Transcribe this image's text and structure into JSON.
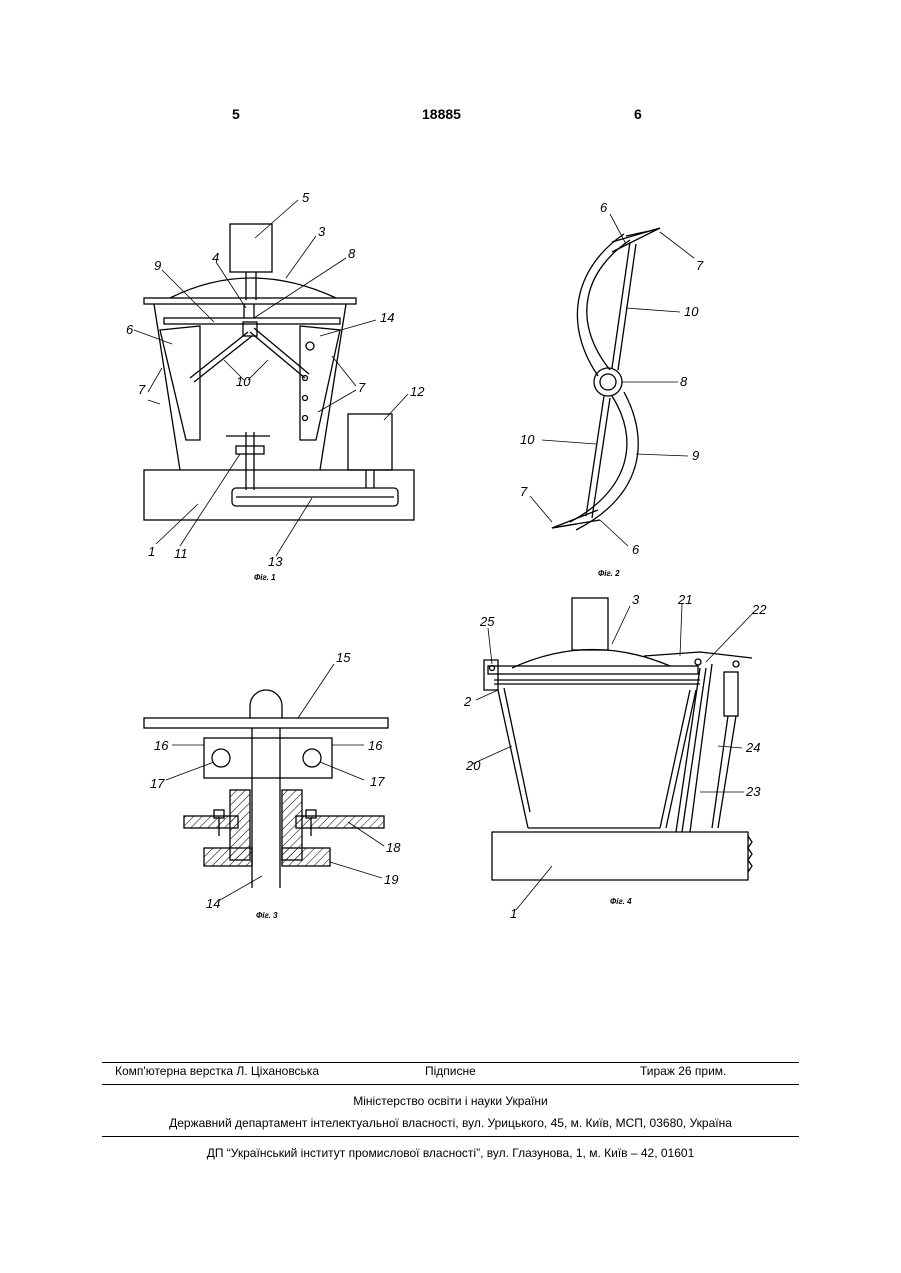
{
  "header": {
    "page_left": "5",
    "patent_number": "18885",
    "page_right": "6"
  },
  "figures": {
    "fig1": {
      "caption": "Фіг. 1",
      "labels": {
        "l1": "1",
        "l3": "3",
        "l4": "4",
        "l5": "5",
        "l6": "6",
        "l7a": "7",
        "l7b": "7",
        "l8": "8",
        "l9": "9",
        "l10": "10",
        "l11": "11",
        "l12": "12",
        "l13": "13",
        "l14": "14"
      }
    },
    "fig2": {
      "caption": "Фіг. 2",
      "labels": {
        "l6a": "6",
        "l7a": "7",
        "l10a": "10",
        "l8": "8",
        "l10b": "10",
        "l9": "9",
        "l7b": "7",
        "l6b": "6"
      }
    },
    "fig3": {
      "caption": "Фіг. 3",
      "labels": {
        "l15": "15",
        "l16a": "16",
        "l16b": "16",
        "l17a": "17",
        "l17b": "17",
        "l18": "18",
        "l19": "19",
        "l14": "14"
      }
    },
    "fig4": {
      "caption": "Фіг. 4",
      "labels": {
        "l3": "3",
        "l21": "21",
        "l22": "22",
        "l25": "25",
        "l2": "2",
        "l20": "20",
        "l24": "24",
        "l23": "23",
        "l1": "1"
      }
    }
  },
  "footer": {
    "typesetter": "Комп'ютерна верстка Л. Ціхановська",
    "signed": "Підписне",
    "circulation": "Тираж 26 прим.",
    "ministry": "Міністерство освіти і науки України",
    "department": "Державний департамент інтелектуальної власності, вул. Урицького, 45, м. Київ, МСП, 03680, Україна",
    "institute": "ДП “Український інститут промислової власності”, вул. Глазунова, 1, м. Київ – 42, 01601"
  }
}
